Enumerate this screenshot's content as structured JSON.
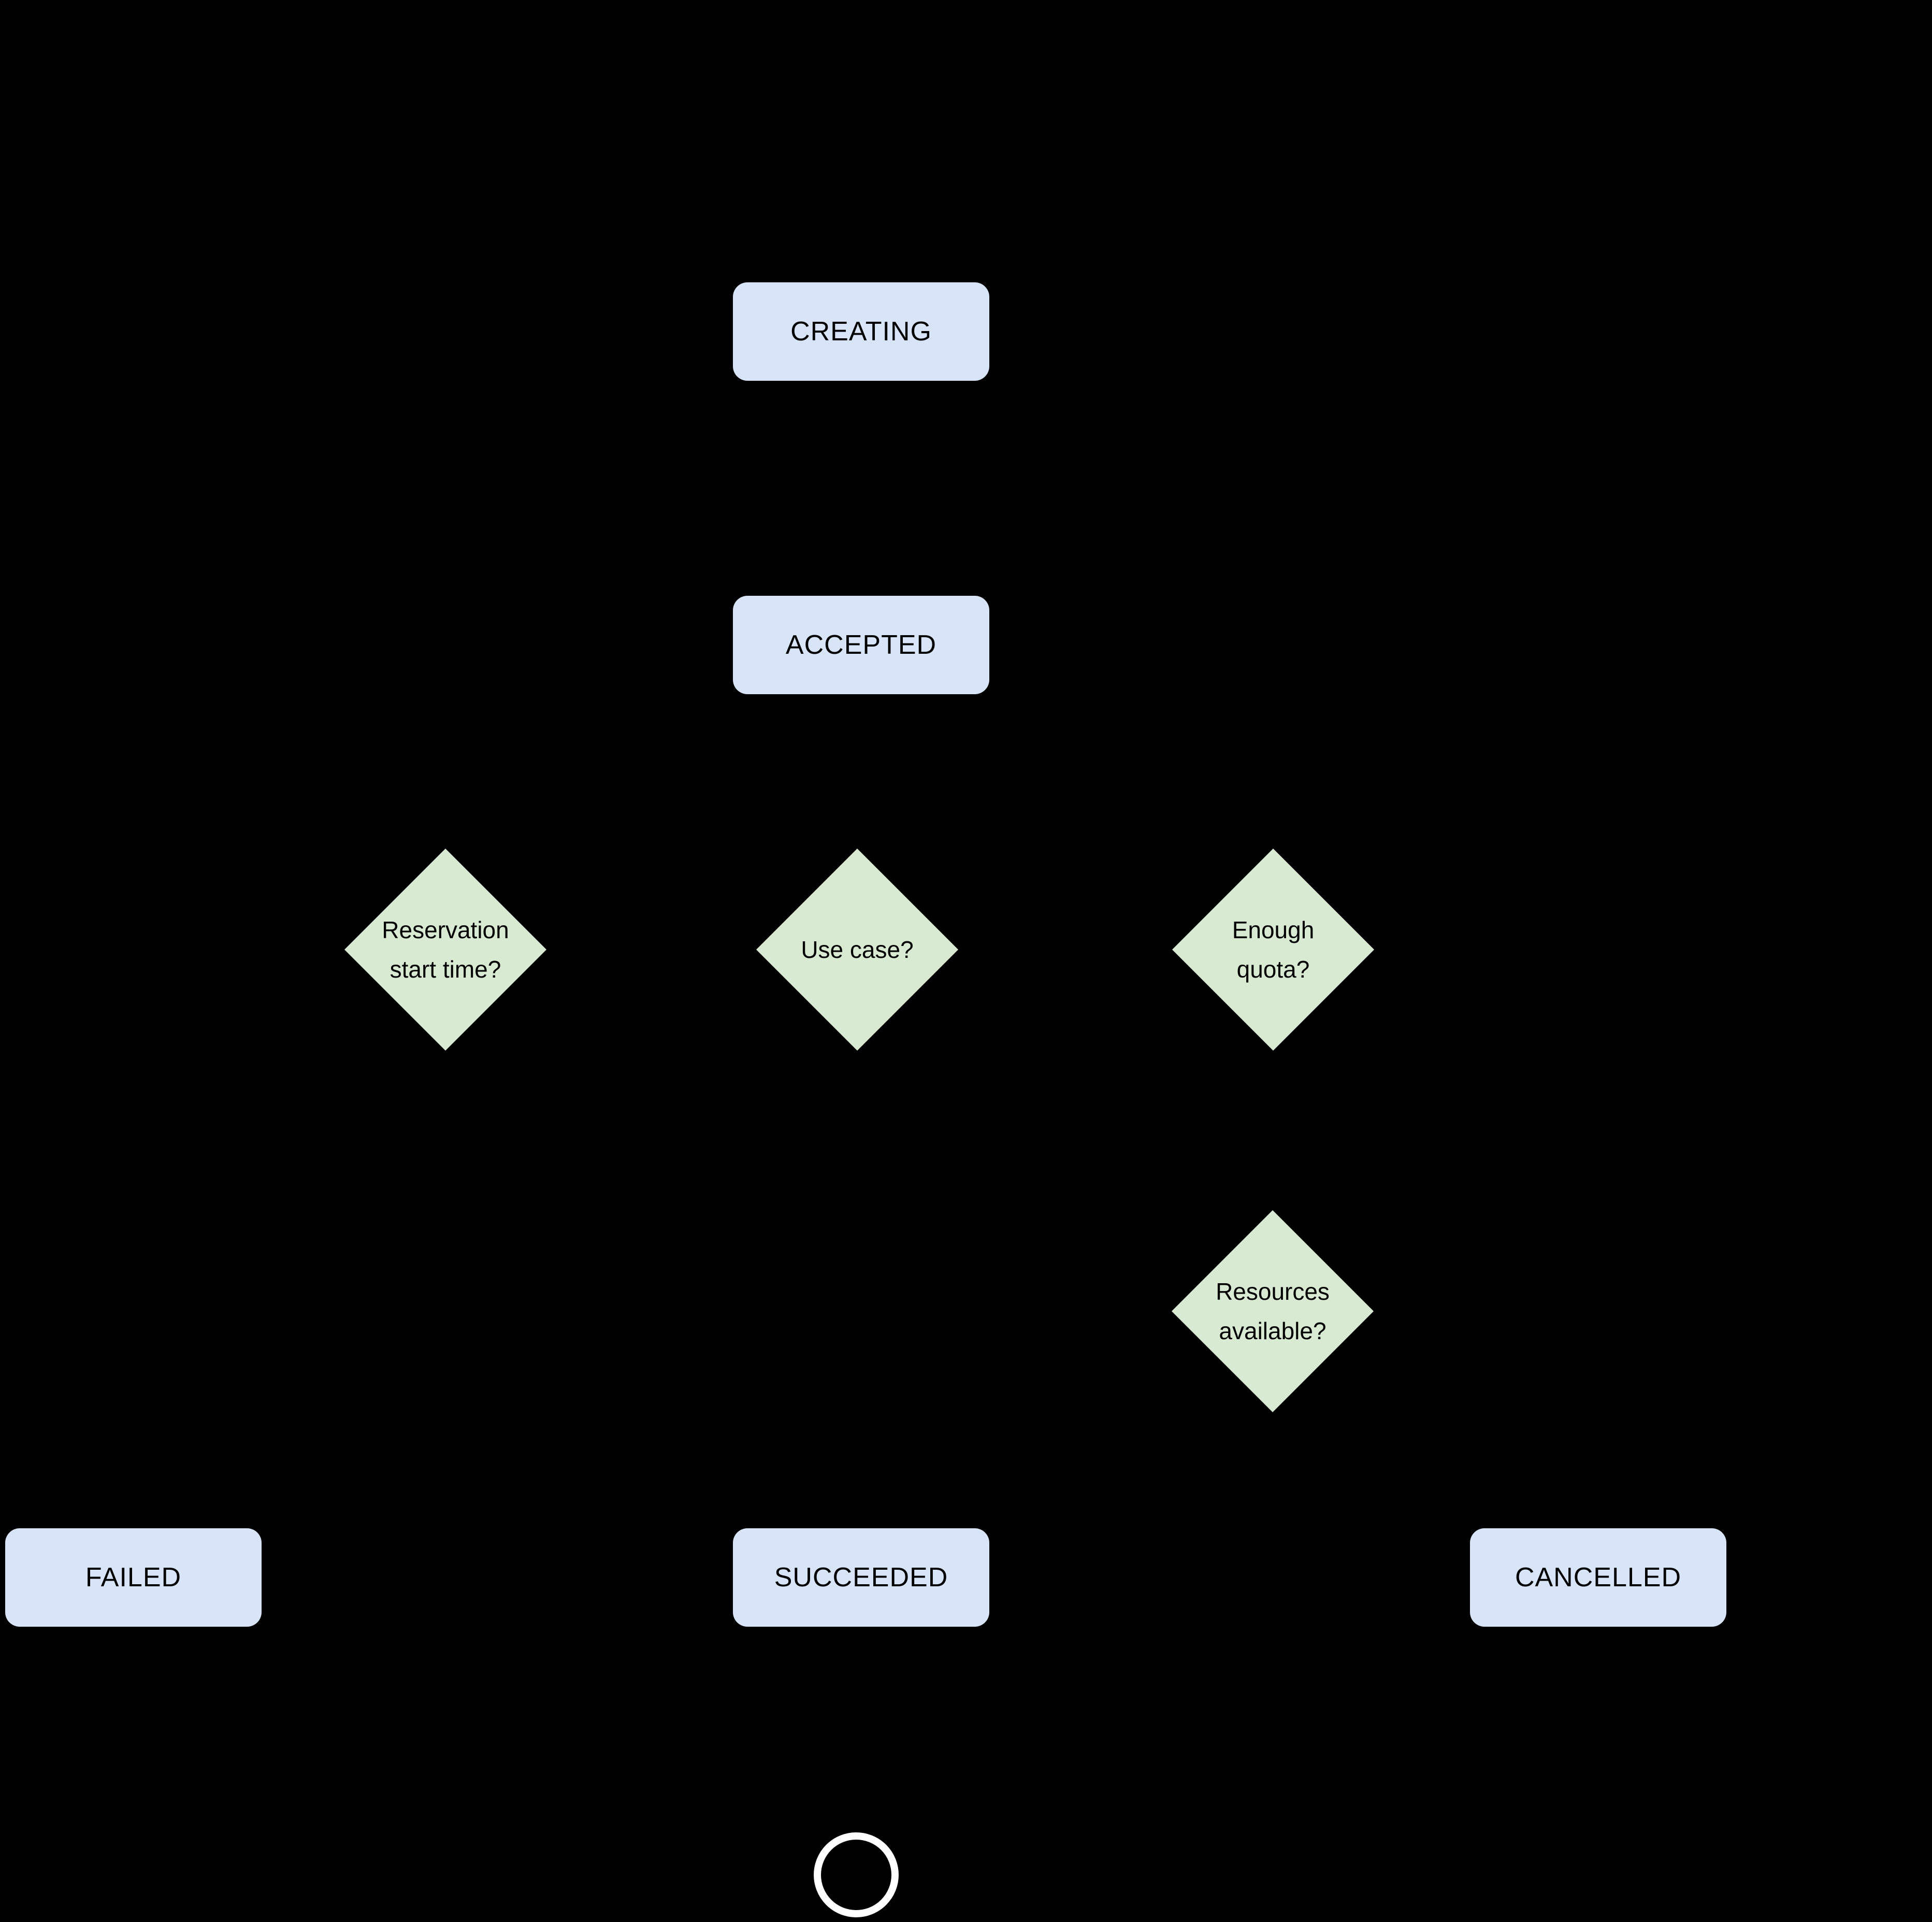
{
  "page": {
    "background": "#000000"
  },
  "palette": {
    "state_fill": "#d8e4f8",
    "decision_fill": "#d9ead3",
    "text_color": "#000000",
    "end_ring_color": "#ffffff"
  },
  "states": {
    "creating": {
      "label": "CREATING"
    },
    "accepted": {
      "label": "ACCEPTED"
    },
    "failed": {
      "label": "FAILED"
    },
    "succeeded": {
      "label": "SUCCEEDED"
    },
    "cancelled": {
      "label": "CANCELLED"
    }
  },
  "decisions": {
    "reservation_start_time": {
      "label": "Reservation\nstart time?"
    },
    "use_case": {
      "label": "Use case?"
    },
    "enough_quota": {
      "label": "Enough\nquota?"
    },
    "resources_available": {
      "label": "Resources\navailable?"
    }
  },
  "end_node": {
    "kind": "final-state-ring"
  }
}
